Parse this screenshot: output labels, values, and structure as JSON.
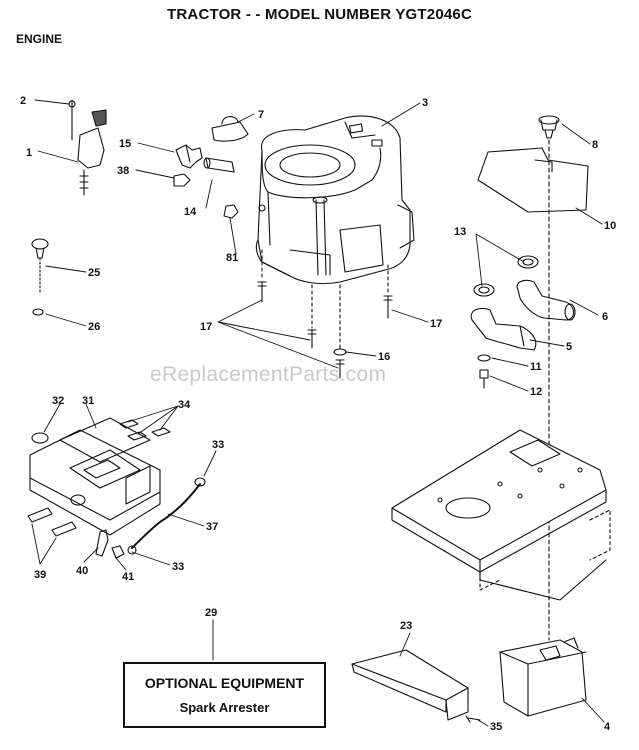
{
  "header": {
    "title": "TRACTOR - - MODEL NUMBER YGT2046C",
    "section": "ENGINE"
  },
  "watermark": "eReplacementParts.com",
  "callouts": [
    {
      "id": "c1",
      "label": "1"
    },
    {
      "id": "c2",
      "label": "2"
    },
    {
      "id": "c3",
      "label": "3"
    },
    {
      "id": "c4",
      "label": "4"
    },
    {
      "id": "c5",
      "label": "5"
    },
    {
      "id": "c6",
      "label": "6"
    },
    {
      "id": "c7",
      "label": "7"
    },
    {
      "id": "c8",
      "label": "8"
    },
    {
      "id": "c10",
      "label": "10"
    },
    {
      "id": "c11",
      "label": "11"
    },
    {
      "id": "c12",
      "label": "12"
    },
    {
      "id": "c13",
      "label": "13"
    },
    {
      "id": "c14",
      "label": "14"
    },
    {
      "id": "c15",
      "label": "15"
    },
    {
      "id": "c16",
      "label": "16"
    },
    {
      "id": "c17a",
      "label": "17"
    },
    {
      "id": "c17b",
      "label": "17"
    },
    {
      "id": "c23",
      "label": "23"
    },
    {
      "id": "c25",
      "label": "25"
    },
    {
      "id": "c26",
      "label": "26"
    },
    {
      "id": "c29",
      "label": "29"
    },
    {
      "id": "c31",
      "label": "31"
    },
    {
      "id": "c32",
      "label": "32"
    },
    {
      "id": "c33a",
      "label": "33"
    },
    {
      "id": "c33b",
      "label": "33"
    },
    {
      "id": "c34",
      "label": "34"
    },
    {
      "id": "c35",
      "label": "35"
    },
    {
      "id": "c37",
      "label": "37"
    },
    {
      "id": "c38",
      "label": "38"
    },
    {
      "id": "c39",
      "label": "39"
    },
    {
      "id": "c40",
      "label": "40"
    },
    {
      "id": "c41",
      "label": "41"
    },
    {
      "id": "c81",
      "label": "81"
    }
  ],
  "optional_box": {
    "title": "OPTIONAL EQUIPMENT",
    "subtitle": "Spark Arrester"
  }
}
